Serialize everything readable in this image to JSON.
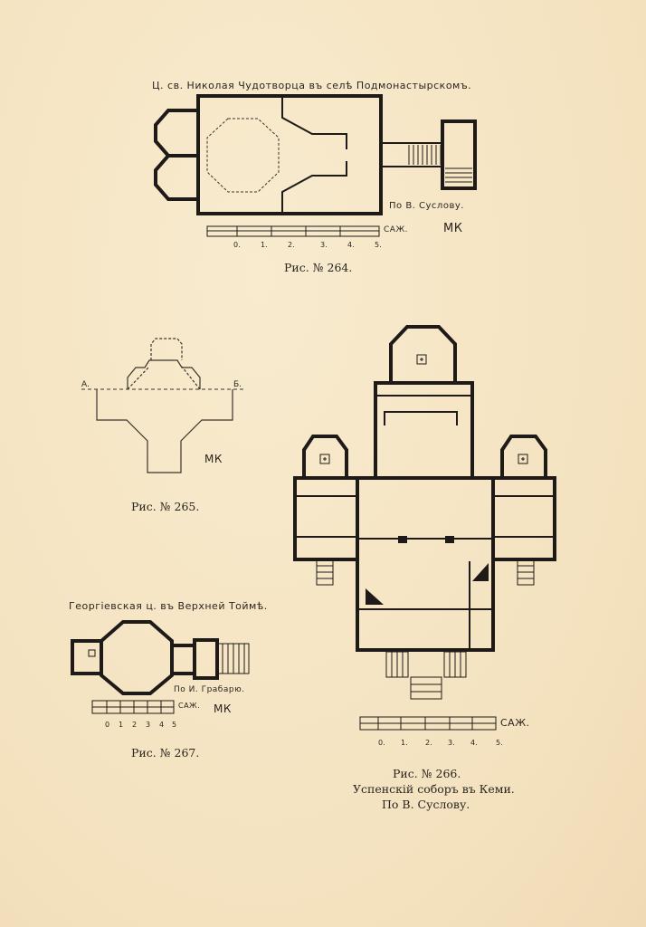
{
  "fig264": {
    "title": "Ц. св. Николая Чудотворца въ селѣ Подмонастырскомъ.",
    "credit": "По В. Суслову.",
    "unit": "САЖ.",
    "ticks": [
      "0.",
      "1.",
      "2.",
      "3.",
      "4.",
      "5."
    ],
    "monogram": "МК",
    "caption": "Рис. № 264."
  },
  "fig265": {
    "label_a": "А.",
    "label_b": "Б.",
    "monogram": "МК",
    "caption": "Рис. № 265."
  },
  "fig266": {
    "unit": "САЖ.",
    "ticks": [
      "0.",
      "1.",
      "2.",
      "3.",
      "4.",
      "5."
    ],
    "caption": "Рис. № 266.",
    "subtitle": "Успенскій соборъ въ Кеми.",
    "credit": "По В. Суслову."
  },
  "fig267": {
    "title": "Георгіевская ц. въ Верхней Тоймѣ.",
    "credit": "По И. Грабарю.",
    "unit": "САЖ.",
    "ticks": [
      "0",
      "1",
      "2",
      "3",
      "4",
      "5"
    ],
    "monogram": "МК",
    "caption": "Рис. № 267."
  }
}
